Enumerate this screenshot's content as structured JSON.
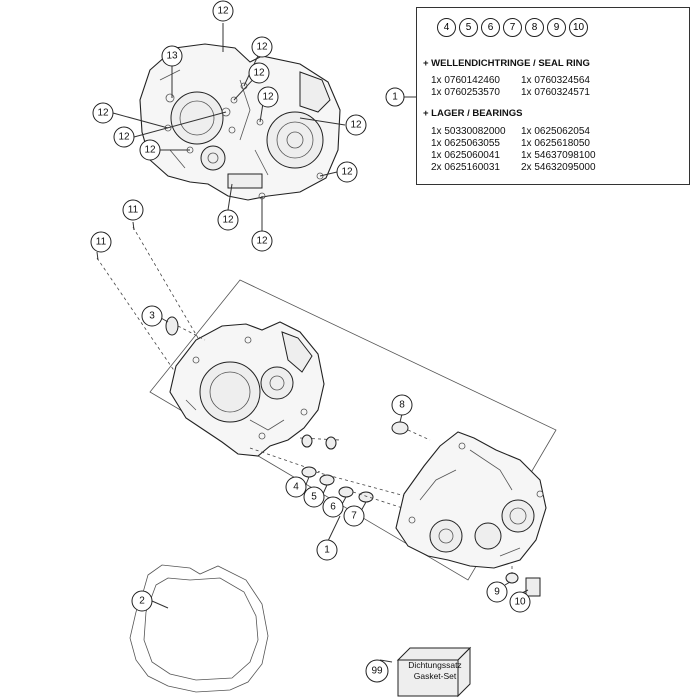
{
  "callouts": {
    "c12": "12",
    "c13": "13",
    "c11": "11",
    "c3": "3",
    "c8": "8",
    "c4": "4",
    "c5": "5",
    "c6": "6",
    "c7": "7",
    "c1": "1",
    "c2": "2",
    "c9": "9",
    "c10": "10",
    "c99": "99"
  },
  "info_box": {
    "numbers": [
      "4",
      "5",
      "6",
      "7",
      "8",
      "9",
      "10"
    ],
    "seal_header": "+ WELLENDICHTRINGE / SEAL RING",
    "seal_rows": [
      [
        "1x 0760142460",
        "1x 0760324564"
      ],
      [
        "1x 0760253570",
        "1x 0760324571"
      ]
    ],
    "bearing_header": "+ LAGER / BEARINGS",
    "bearing_rows": [
      [
        "1x 50330082000",
        "1x 0625062054"
      ],
      [
        "1x 0625063055",
        "1x 0625618050"
      ],
      [
        "1x 0625060041",
        "1x 54637098100"
      ],
      [
        "2x 0625160031",
        "2x 54632095000"
      ]
    ]
  },
  "gasket_set": {
    "line1": "Dichtungssatz",
    "line2": "Gasket-Set"
  }
}
